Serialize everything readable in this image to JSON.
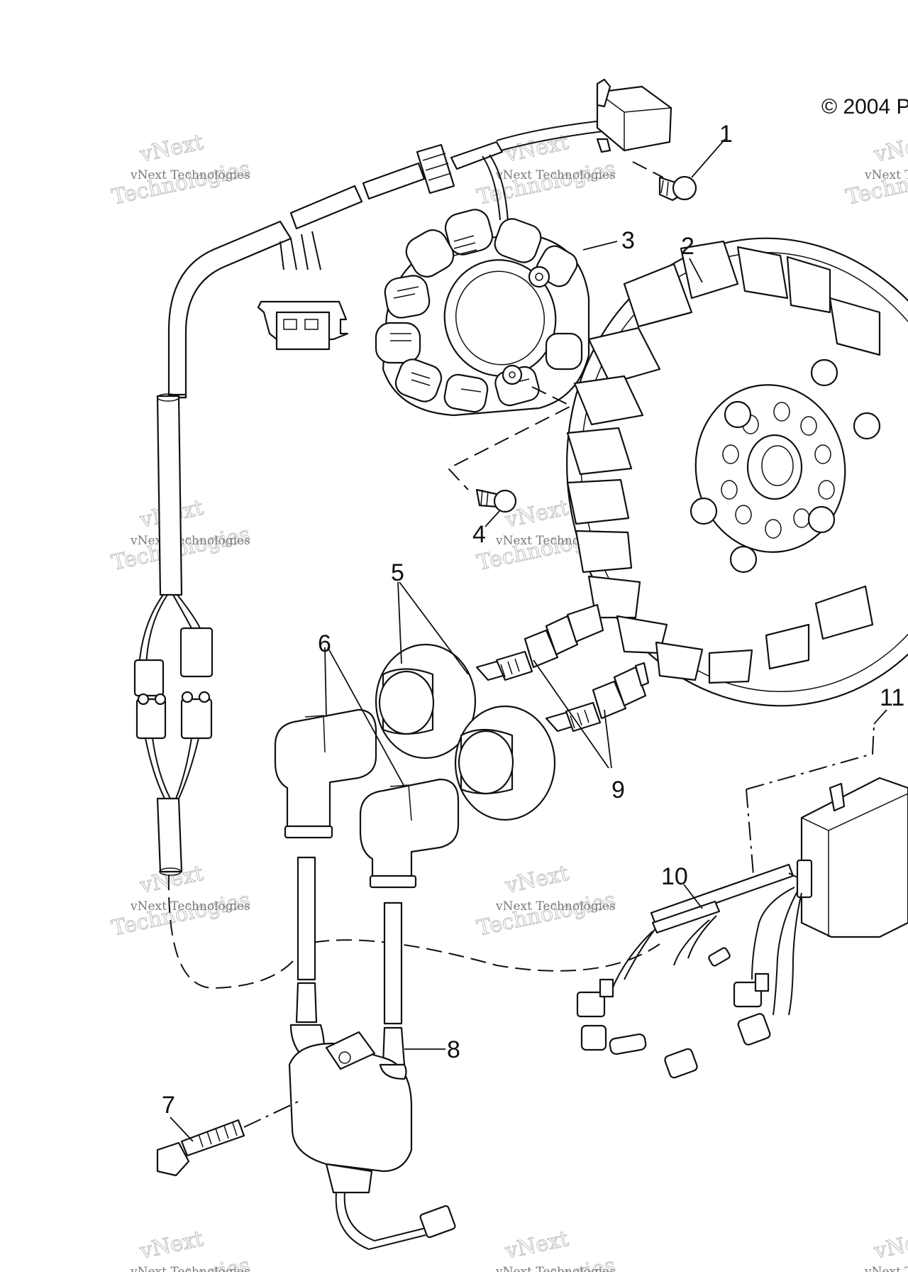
{
  "copyright": "© 2004 P",
  "callouts": {
    "c1": "1",
    "c2": "2",
    "c3": "3",
    "c4": "4",
    "c5": "5",
    "c6": "6",
    "c7": "7",
    "c8": "8",
    "c9": "9",
    "c10": "10",
    "c11": "11"
  },
  "watermark": {
    "line1": "vNext Technologies",
    "line2": "vNext",
    "line3": "Technologies"
  }
}
